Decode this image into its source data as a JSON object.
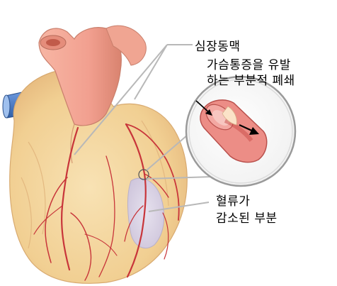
{
  "labels": {
    "coronary_artery": "심장동맥",
    "partial_blockage_line1": "가슴통증을 유발",
    "partial_blockage_line2": "하는 부분적 폐쇄",
    "reduced_flow_line1": "혈류가",
    "reduced_flow_line2": "감소된 부분"
  },
  "colors": {
    "heart_fill": "#f6d9a3",
    "heart_shade": "#e9bf84",
    "aorta_fill": "#f2a090",
    "vein_blue": "#3b6fb6",
    "artery_red": "#c8353a",
    "ischemic_area": "#d9d3e4",
    "leader_line": "#b8b8b8"
  }
}
